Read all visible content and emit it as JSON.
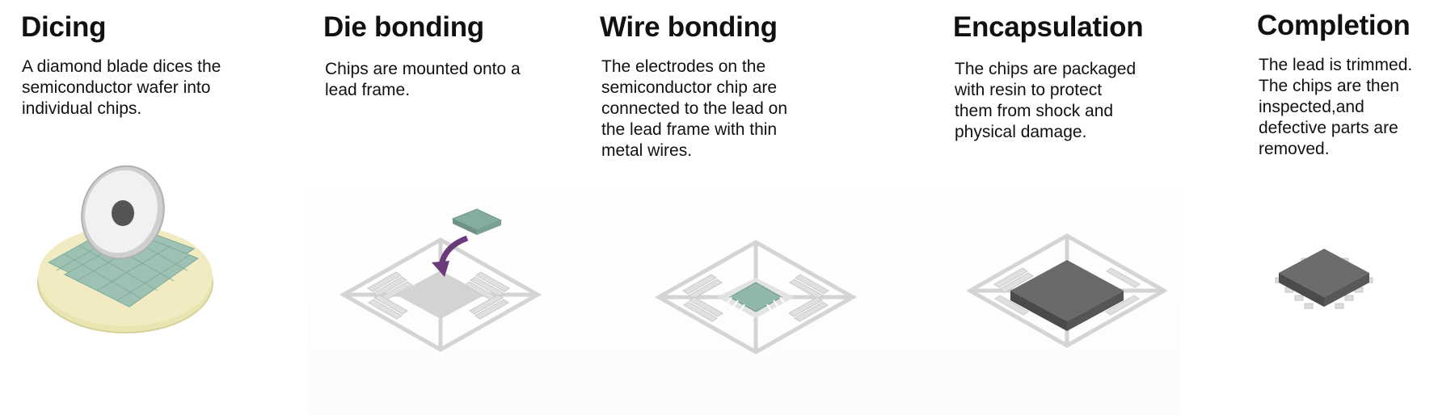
{
  "steps": [
    {
      "title": "Dicing",
      "description": "A diamond blade dices the\nsemiconductor wafer into\nindividual chips."
    },
    {
      "title": "Die bonding",
      "description": "Chips are mounted onto a\nlead frame."
    },
    {
      "title": "Wire bonding",
      "description": "The electrodes on the\nsemiconductor chip are\nconnected to the lead on\nthe lead frame with thin\nmetal wires."
    },
    {
      "title": "Encapsulation",
      "description": "The chips are packaged\nwith resin to protect\nthem from shock and\nphysical damage."
    },
    {
      "title": "Completion",
      "description": "The lead is trimmed.\nThe chips are then\ninspected,and\ndefective parts are\nremoved."
    }
  ],
  "colors": {
    "wafer": "#efe9b8",
    "chip_green": "#8fb8a8",
    "frame": "#d6d6d6",
    "resin": "#5f5f5f",
    "arrow": "#6b3a7a"
  }
}
